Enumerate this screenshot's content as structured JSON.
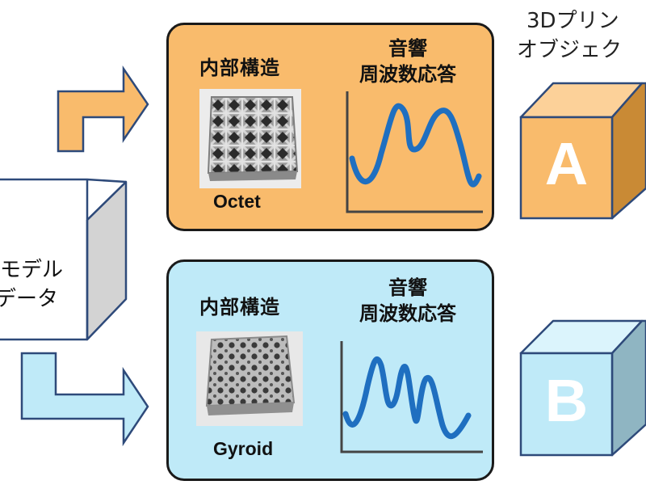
{
  "left_box": {
    "line1": "モデル",
    "line2": "データ"
  },
  "top_right_label": {
    "line1": "3Dプリン",
    "line2": "オブジェク"
  },
  "panel_a": {
    "structure_label": "内部構造",
    "response_label_line1": "音響",
    "response_label_line2": "周波数応答",
    "structure_name": "Octet",
    "color": "#f9bb6c"
  },
  "panel_b": {
    "structure_label": "内部構造",
    "response_label_line1": "音響",
    "response_label_line2": "周波数応答",
    "structure_name": "Gyroid",
    "color": "#bfeaf8"
  },
  "cube_a": {
    "letter": "A",
    "color": "#f9bb6c"
  },
  "cube_b": {
    "letter": "B",
    "color": "#bfeaf8"
  },
  "curve_color": "#1f6fc0"
}
